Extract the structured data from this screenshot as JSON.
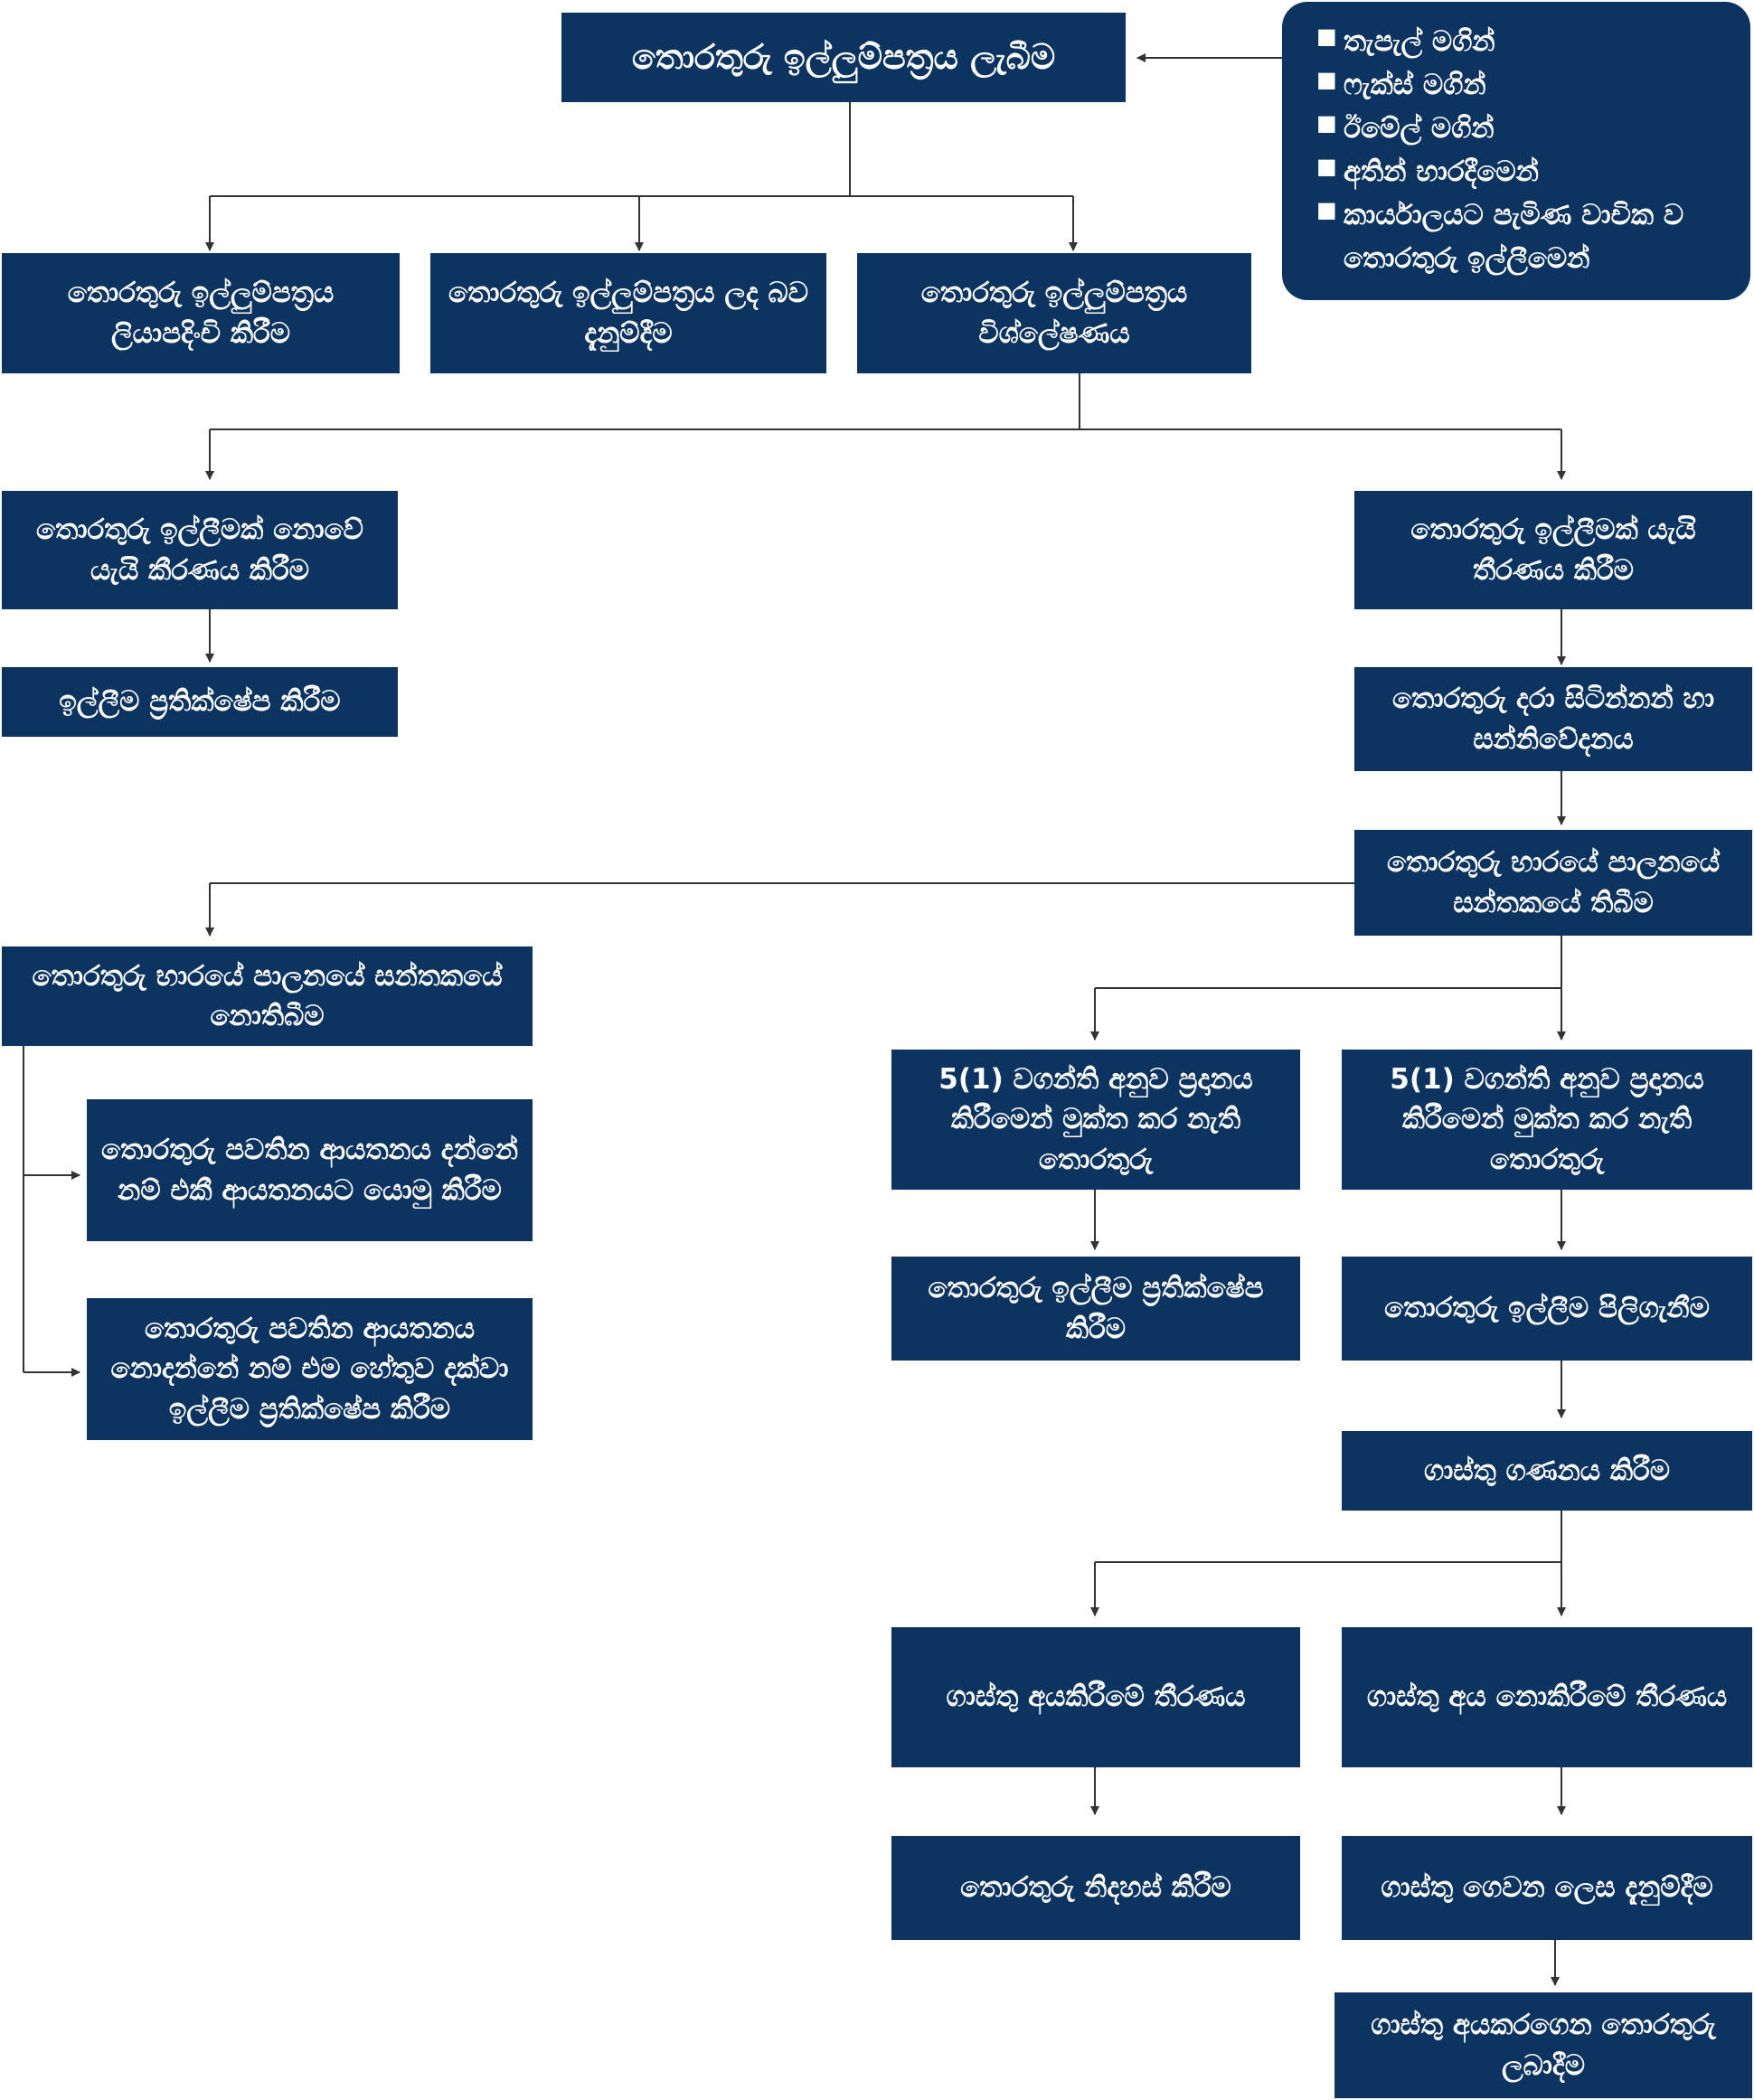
{
  "nodes": {
    "receive": "තොරතුරු ඉල්ලුම්පත්‍රය ලැබීම",
    "register": "තොරතුරු ඉල්ලුම්පත්‍රය ලියාපදිංචි කිරීම",
    "acknowledge": "තොරතුරු ඉල්ලුම්පත්‍රය ලද බව දැනුම්දීම",
    "analyse": "තොරතුරු ඉල්ලුම්පත්‍රය විශ්ලේෂණය",
    "not_request": "තොරතුරු ඉල්ලීමක් නොවේ යැයි කීරණය කිරීම",
    "reject_request": "ඉල්ලීම ප්‍රතික්ෂේප කිරීම",
    "is_request": "තොරතුරු ඉල්ලීමක් යැයි තීරණය කිරීම",
    "third_party": "තොරතුරු දරා සිටින්නන් හා සන්නිවේදනය",
    "held": "තොරතුරු භාරයේ පාලනයේ සන්තකයේ තිබීම",
    "not_held": "තොරතුරු භාරයේ පාලනයේ සන්තකයේ නොතිබීම",
    "known_inst": "තොරතුරු පවතින ආයතනය දන්නේ නම් එකී ආයතනයට යොමු කිරීම",
    "unknown_inst": "තොරතුරු පවතින ආයතනය නොදන්නේ නම් එම හේතුව දක්වා ඉල්ලීම ප්‍රතික්ෂේප කිරීම",
    "exempt": "5(1) වගන්ති අනුව ප්‍රදානය කිරීමෙන් මුක්ත කර නැති තොරතුරු",
    "not_exempt": "5(1) වගන්ති අනුව ප්‍රදානය කිරීමෙන් මුක්ත කර නැති තොරතුරු",
    "reject_info": "තොරතුරු ඉල්ලීම ප්‍රතික්ෂේප කිරීම",
    "accept_info": "තොරතුරු ඉල්ලීම පිලිගැනීම",
    "fee_calc": "ගාස්තු ගණනය කිරීම",
    "fee_charge": "ගාස්තු අයකිරීමේ තීරණය",
    "fee_waive": "ගාස්තු අය නොකිරීමේ තීරණය",
    "release": "තොරතුරු නිදහස් කිරීම",
    "notify_fee": "ගාස්තු ගෙවන ලෙස දැනුම්දීම",
    "provide": "ගාස්තු අයකරගෙන තොරතුරු ලබාදීම"
  },
  "channels": [
    "තැපැල් මගින්",
    "ෆැක්ස් මගින්",
    "ඊමේල් මගින්",
    "අතින් භාරදීමෙන්",
    "කාර්යාලයට පැමිණ වාචික ව තොරතුරු ඉල්ලීමෙන්"
  ],
  "colors": {
    "box": "#0d3461",
    "text": "#ffffff",
    "line": "#333333"
  }
}
